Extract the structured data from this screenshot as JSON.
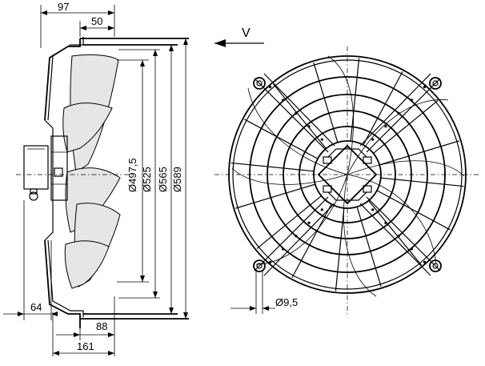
{
  "side_view": {
    "top_dims": {
      "overall_depth": "97",
      "flange_depth": "50"
    },
    "diameter_dims": [
      "Ø497,5",
      "Ø525",
      "Ø565",
      "Ø589"
    ],
    "bottom_dims": {
      "motor_offset": "64",
      "blade_depth": "88",
      "total_depth": "161"
    }
  },
  "front_view": {
    "airflow_label": "V",
    "mount_hole": "Ø9,5"
  }
}
